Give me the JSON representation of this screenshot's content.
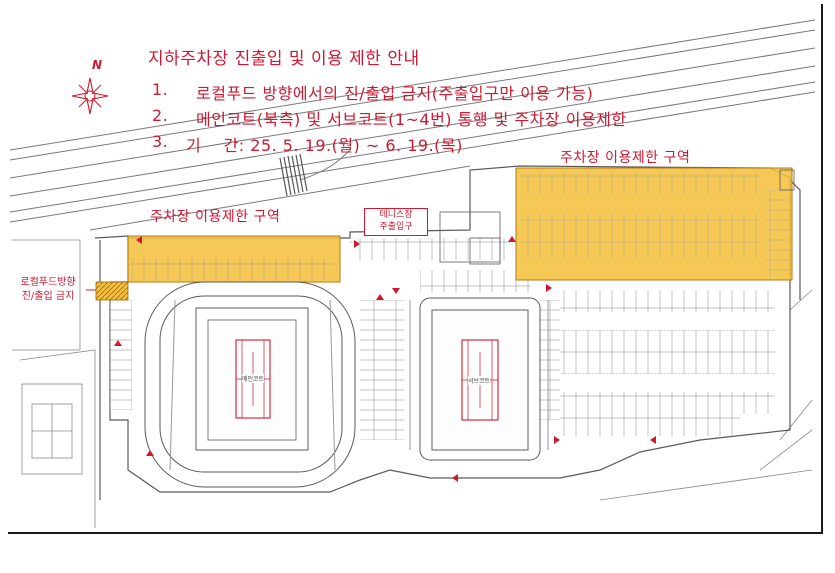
{
  "notice": {
    "title": "지하주차장 진출입 및 이용 제한 안내",
    "items": [
      {
        "num": "1.",
        "text": "로컬푸드 방향에서의 진/출입 금지(주출입구만 이용 가능)"
      },
      {
        "num": "2.",
        "text": "메인코트(북측) 및 서브코트(1~4번) 통행 및 주차장 이용제한"
      },
      {
        "num": "3.",
        "text": "기    간: 25. 5. 19.(월) ~ 6. 19.(목)"
      }
    ]
  },
  "zones": {
    "restricted_east": "주차장 이용제한 구역",
    "restricted_west": "주차장 이용제한 구역",
    "main_entrance_line1": "테니스장",
    "main_entrance_line2": "주출입구",
    "localfood_line1": "로컬푸드방향",
    "localfood_line2": "진/출입 금지"
  },
  "courts": {
    "main_court": "메인코트",
    "sub_court": "서브코트"
  },
  "compass": {
    "label": "N",
    "icon": "compass-rose-icon"
  },
  "colors": {
    "accent_red": "#d01830",
    "restricted_fill": "#f5c03a",
    "plan_line": "#6a6a6a",
    "court_line": "#8a8a8a"
  }
}
